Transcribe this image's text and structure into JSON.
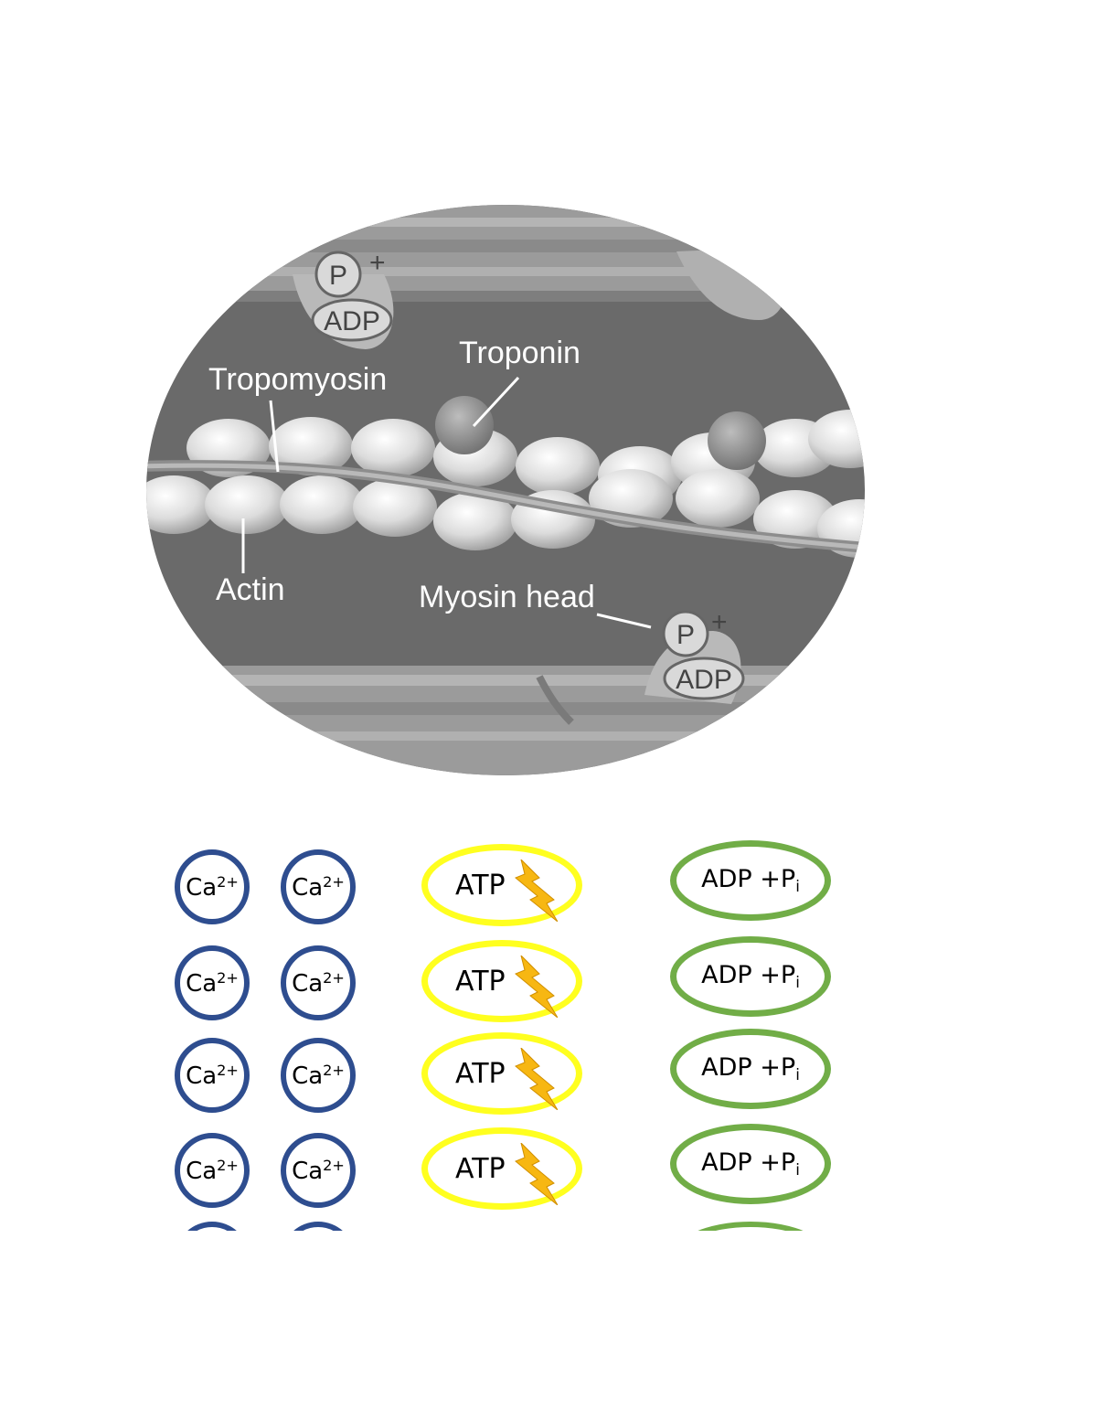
{
  "diagram": {
    "labels": {
      "tropomyosin": "Tropomyosin",
      "troponin": "Troponin",
      "actin": "Actin",
      "myosin_head": "Myosin head",
      "adp": "ADP",
      "p": "P",
      "plus": "+"
    }
  },
  "tokens": {
    "calcium": {
      "base": "Ca",
      "charge": "2+"
    },
    "atp": {
      "label": "ATP"
    },
    "adp_pi": {
      "label": "ADP +P",
      "subscript": "i"
    },
    "rows": 4
  },
  "colors": {
    "calcium_ring": "#2e4d8f",
    "atp_ring": "#ffff1f",
    "adp_ring": "#71ad47",
    "bolt": "#f7b712"
  }
}
